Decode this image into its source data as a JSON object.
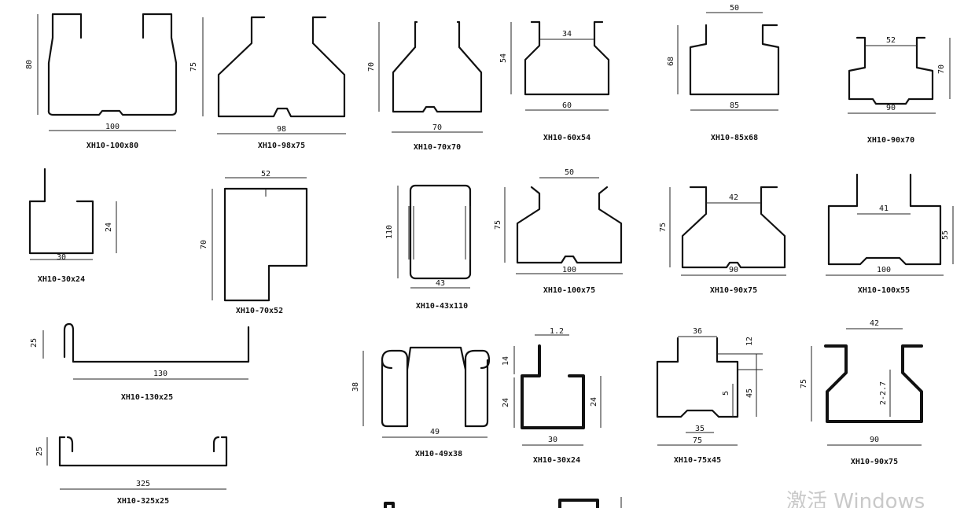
{
  "profiles": [
    {
      "caption": "XH10-100x80",
      "dims": [
        "80",
        "100"
      ]
    },
    {
      "caption": "XH10-98x75",
      "dims": [
        "75",
        "98"
      ]
    },
    {
      "caption": "XH10-70x70",
      "dims": [
        "70",
        "70"
      ]
    },
    {
      "caption": "XH10-60x54",
      "dims": [
        "54",
        "34",
        "60"
      ]
    },
    {
      "caption": "XH10-85x68",
      "dims": [
        "50",
        "68",
        "85"
      ]
    },
    {
      "caption": "XH10-90x70",
      "dims": [
        "52",
        "70",
        "90"
      ]
    },
    {
      "caption": "XH10-30x24",
      "dims": [
        "24",
        "30"
      ]
    },
    {
      "caption": "XH10-70x52",
      "dims": [
        "52",
        "70"
      ]
    },
    {
      "caption": "XH10-43x110",
      "dims": [
        "110",
        "43"
      ]
    },
    {
      "caption": "XH10-100x75",
      "dims": [
        "50",
        "75",
        "100"
      ]
    },
    {
      "caption": "XH10-90x75",
      "dims": [
        "42",
        "75",
        "90"
      ]
    },
    {
      "caption": "XH10-100x55",
      "dims": [
        "41",
        "55",
        "100"
      ]
    },
    {
      "caption": "XH10-130x25",
      "dims": [
        "25",
        "130"
      ]
    },
    {
      "caption": "XH10-49x38",
      "dims": [
        "38",
        "49"
      ]
    },
    {
      "caption": "XH10-30x24",
      "dims": [
        "1.2",
        "14",
        "24",
        "24",
        "30"
      ]
    },
    {
      "caption": "XH10-75x45",
      "dims": [
        "36",
        "12",
        "45",
        "5",
        "35",
        "75"
      ]
    },
    {
      "caption": "XH10-90x75",
      "dims": [
        "42",
        "75",
        "2-2.7",
        "90"
      ]
    },
    {
      "caption": "XH10-325x25",
      "dims": [
        "25",
        "325"
      ]
    }
  ],
  "watermark": "激活 Windows"
}
